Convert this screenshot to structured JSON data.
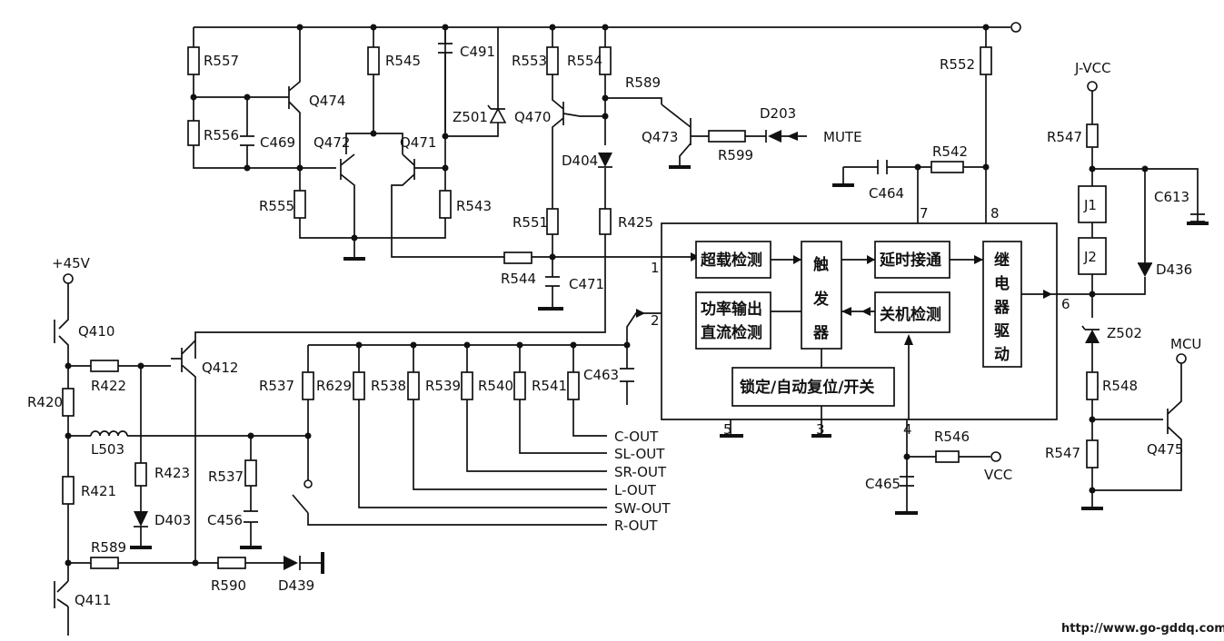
{
  "blocks": {
    "overload": "超载检测",
    "power_dc_1": "功率输出",
    "power_dc_2": "直流检测",
    "trigger_1": "触",
    "trigger_2": "发",
    "trigger_3": "器",
    "delay": "延时接通",
    "shutdown": "关机检测",
    "relay_1": "继",
    "relay_2": "电",
    "relay_3": "器",
    "relay_4": "驱",
    "relay_5": "动",
    "lock": "锁定/自动复位/开关"
  },
  "pins": {
    "p1": "1",
    "p2": "2",
    "p3": "3",
    "p4": "4",
    "p5": "5",
    "p6": "6",
    "p7": "7",
    "p8": "8"
  },
  "components": {
    "R557": "R557",
    "R556": "R556",
    "C469": "C469",
    "Q474": "Q474",
    "R545": "R545",
    "C491": "C491",
    "Z501": "Z501",
    "Q472": "Q472",
    "Q471": "Q471",
    "R555": "R555",
    "R543": "R543",
    "R553": "R553",
    "R554": "R554",
    "Q470": "Q470",
    "R589a": "R589",
    "D203": "D203",
    "MUTE": "MUTE",
    "Q473": "Q473",
    "R599": "R599",
    "D404": "D404",
    "R551": "R551",
    "R425": "R425",
    "R544": "R544",
    "C471": "C471",
    "R552": "R552",
    "R542": "R542",
    "C464": "C464",
    "JVCC": "J-VCC",
    "R547a": "R547",
    "J1": "J1",
    "J2": "J2",
    "C613": "C613",
    "D436": "D436",
    "Z502": "Z502",
    "MCU": "MCU",
    "R548": "R548",
    "Q475": "Q475",
    "R547b": "R547",
    "R546": "R546",
    "VCC": "VCC",
    "C465": "C465",
    "V45": "+45V",
    "Q410": "Q410",
    "R420": "R420",
    "R422": "R422",
    "Q412": "Q412",
    "L503": "L503",
    "R421": "R421",
    "R423": "R423",
    "D403": "D403",
    "R537a": "R537",
    "C456": "C456",
    "R589b": "R589",
    "R590": "R590",
    "D439": "D439",
    "Q411": "Q411",
    "R537b": "R537",
    "R629": "R629",
    "R538": "R538",
    "R539": "R539",
    "R540": "R540",
    "R541": "R541",
    "C463": "C463",
    "COUT": "C-OUT",
    "SLOUT": "SL-OUT",
    "SROUT": "SR-OUT",
    "LOUT": "L-OUT",
    "SWOUT": "SW-OUT",
    "ROUT": "R-OUT"
  },
  "watermark": "http://www.go-gddq.com"
}
